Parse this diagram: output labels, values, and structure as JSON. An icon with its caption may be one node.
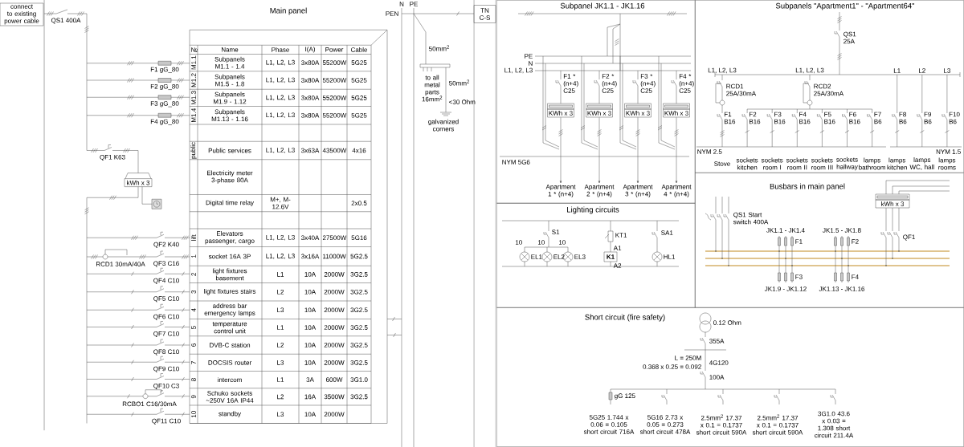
{
  "diagram": {
    "nodes": [
      {
        "text": [
          "connect to existing power cable"
        ]
      },
      {
        "text": [
          "kWh x 3"
        ]
      },
      {
        "text": [
          "TN C-S"
        ]
      },
      {
        "text": [
          "Subpanel JK1.1 - JK1.16"
        ]
      },
      {
        "text": [
          "KWh x 3"
        ],
        "in": 3
      },
      {
        "text": [
          "KWh x 3"
        ],
        "in": 3
      },
      {
        "text": [
          "KWh x 3"
        ],
        "in": 3
      },
      {
        "text": [
          "KWh x 3"
        ],
        "in": 3
      },
      {
        "text": [
          "Apartment 1 * (n+4)"
        ],
        "in": 3
      },
      {
        "text": [
          "Apartment 2 * (n+4)"
        ],
        "in": 3
      },
      {
        "text": [
          "Apartment 3 * (n+4)"
        ],
        "in": 3
      },
      {
        "text": [
          "Apartment 4 * (n+4)"
        ],
        "in": 3
      },
      {
        "text": [
          "Subpanels \"Apartment1\" - \"Apartment64\""
        ]
      },
      {
        "text": [
          "Lighting circuits"
        ]
      },
      {
        "text": [
          "K1"
        ],
        "in": 13,
        "beside": [
          "A1",
          "A2"
        ]
      },
      {
        "text": [
          "Busbars in main panel"
        ]
      },
      {
        "text": [
          "kWh x 3"
        ],
        "in": 15
      },
      {
        "text": [
          "Short circuit (fire safety)"
        ]
      }
    ],
    "edges": [
      {
        "from": 4,
        "to": 8,
        "arrow": "to"
      },
      {
        "from": 5,
        "to": 9,
        "arrow": "to"
      },
      {
        "from": 6,
        "to": 10,
        "arrow": "to"
      },
      {
        "from": 7,
        "to": 11,
        "arrow": "to"
      }
    ],
    "labels": [
      "Main panel",
      "QS1 400A",
      "F1 gG_80",
      "F2 gG_80",
      "F3 gG_80",
      "F4 gG_80",
      "QF1 K63",
      "№",
      "Name",
      "Phase",
      "I(A)",
      "Power",
      "Cable",
      "M1.1",
      "Subpanels M1.1 - 1.4",
      "L1, L2, L3",
      "3x80A",
      "55200W",
      "5G25",
      "M1.2",
      "Subpanels M1.5 - 1.8",
      "L1, L2, L3",
      "3x80A",
      "55200W",
      "5G25",
      "M1.3",
      "Subpanels M1.9 - 1.12",
      "L1, L2, L3",
      "3x80A",
      "55200W",
      "5G25",
      "M1.4",
      "Subpanels M1.13 - 1.16",
      "L1, L2, L3",
      "3x80A",
      "55200W",
      "5G25",
      "public",
      "Public services",
      "L1, L2, L3",
      "3x63A",
      "43500W",
      "4x16",
      "Electricity meter 3-phase 80A",
      "Digital time relay",
      "M+, M- 12.6V",
      "2x0.5",
      "lift",
      "Elevators passenger, cargo",
      "L1, L2, L3",
      "3x40A",
      "27500W",
      "5G16",
      "1",
      "socket 16A 3P",
      "L1, L2, L3",
      "3x16A",
      "11000W",
      "5G2.5",
      "2",
      "light fixtures basement",
      "L1",
      "10A",
      "2000W",
      "3G2.5",
      "3",
      "light fixtures stairs",
      "L2",
      "10A",
      "2000W",
      "3G2.5",
      "4",
      "address bar emergency lamps",
      "L3",
      "10A",
      "2000W",
      "3G2.5",
      "5",
      "temperature control unit",
      "L1",
      "10A",
      "2000W",
      "3G2.5",
      "6",
      "DVB-C station",
      "L2",
      "10A",
      "2000W",
      "3G2.5",
      "7",
      "DOCSIS router",
      "L3",
      "10A",
      "2000W",
      "3G2.5",
      "8",
      "intercom",
      "L1",
      "3A",
      "600W",
      "3G1.0",
      "9",
      "Schuko sockets ~250V 16A IP44",
      "L2",
      "16A",
      "3500W",
      "3G2.5",
      "10",
      "standby",
      "L3",
      "10A",
      "2000W",
      "QF2 K40",
      "RCD1 30mA/40A",
      "QF3 C16",
      "QF4 C10",
      "QF5 C10",
      "QF6 C10",
      "QF7 C10",
      "QF8 C10",
      "QF9 C10",
      "QF10 C3",
      "RCBO1 C16/30mA",
      "QF11 C10",
      "N",
      "PE",
      "PEN",
      "50mm$^{2}$",
      "to all metal parts 16mm$^{2}$",
      "50mm$^{2}$",
      "<30 Ohm",
      "galvanized corners",
      "PE",
      "N",
      "L1, L2, L3",
      "F1 * (n+4) C25",
      "F2 * (n+4) C25",
      "F3 * (n+4) C25",
      "F4 * (n+4) C25",
      "NYM 5G6",
      "QS1 25A",
      "L1, L2, L3",
      "L1, L2, L3",
      "L1",
      "L2",
      "L3",
      "RCD1 25A/30mA",
      "RCD2 25A/30mA",
      "F1 B16",
      "F2 B16",
      "F3 B16",
      "F4 B16",
      "F5 B16",
      "F6 B16",
      "F7 B6",
      "F8 B6",
      "F9 B6",
      "F10 B6",
      "NYM 2.5",
      "NYM 1.5",
      "Stove",
      "sockets kitchen",
      "sockets room I",
      "sockets room II",
      "sockets room III",
      "sockets hallway",
      "lamps bathroom",
      "lamps kitchen",
      "lamps WC, hall",
      "lamps rooms",
      "QS1 Start switch 400A",
      "JK1.1 - JK1.4",
      "F1",
      "JK1.5 - JK1.8",
      "F2",
      "F3",
      "JK1.9 - JK1.12",
      "F4",
      "JK1.13 - JK1.16",
      "QF1",
      "S1",
      "10",
      "10",
      "10",
      "EL1",
      "EL2",
      "EL3",
      "KT1",
      "SA1",
      "HL1",
      "0.12 Ohm",
      "355A",
      "L = 250M",
      "4G120",
      "0.368 x 0.25 = 0.092",
      "100A",
      "gG 125",
      "5G25 1.744 x 0.06 = 0.105 short circuit 716A",
      "5G16 2.73 x 0.05 = 0.273 short circuit 478A",
      "2.5mm$^{2}$ 17.37 x 0.1 = 0.1737 short circuit 590A",
      "2.5mm$^{2}$ 17.37 x 0.1 = 0.1737 short circuit 590A",
      "3G1.0 43.6 x 0.03 = 1.308 short circuit 211.4A"
    ]
  }
}
